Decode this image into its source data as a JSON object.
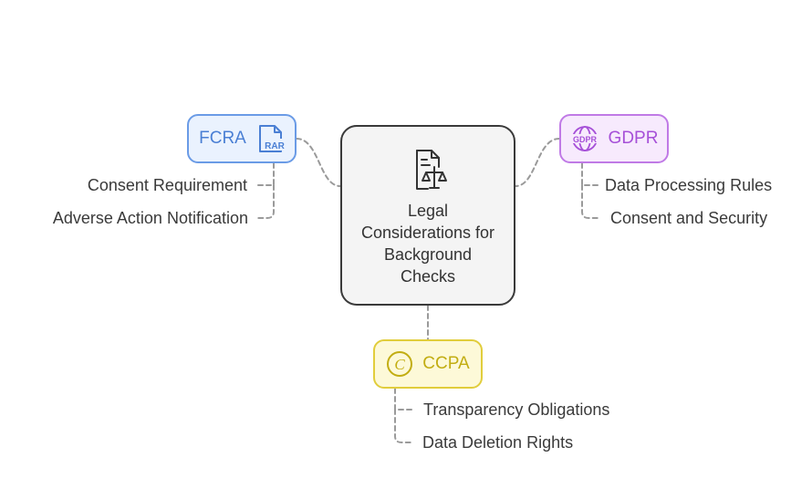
{
  "center": {
    "title": "Legal Considerations for Background Checks",
    "icon": "legal-document-scales-icon"
  },
  "nodes": {
    "fcra": {
      "label": "FCRA",
      "icon": "rar-file-icon",
      "icon_text": "RAR",
      "color": "#6a9be6",
      "fill": "#eaf2fe",
      "items": [
        "Consent Requirement",
        "Adverse Action Notification"
      ]
    },
    "gdpr": {
      "label": "GDPR",
      "icon": "gdpr-globe-icon",
      "icon_text": "GDPR",
      "color": "#c07ae6",
      "fill": "#f7eafd",
      "items": [
        "Data Processing Rules",
        "Consent and Security"
      ]
    },
    "ccpa": {
      "label": "CCPA",
      "icon": "copyright-circle-icon",
      "icon_text": "C",
      "color": "#e1cd3c",
      "fill": "#fdf9d8",
      "items": [
        "Transparency Obligations",
        "Data Deletion Rights"
      ]
    }
  },
  "connector_color": "#9a9a9a"
}
